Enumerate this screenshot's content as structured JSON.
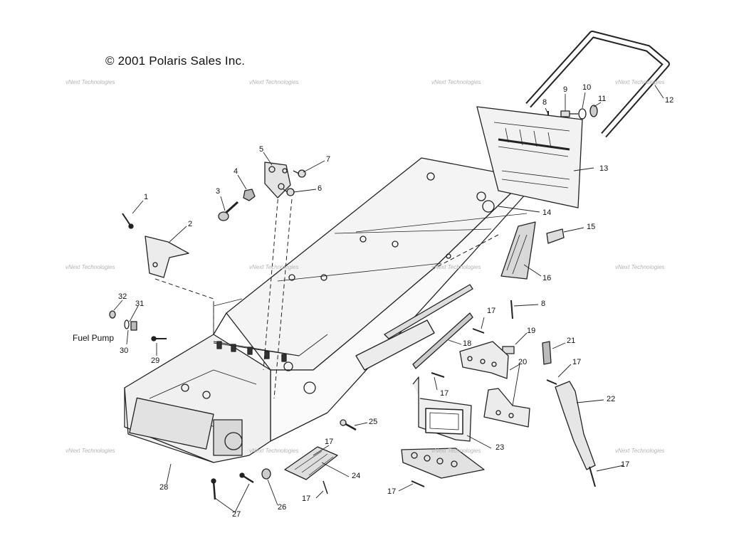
{
  "copyright": "© 2001 Polaris Sales Inc.",
  "watermark": "vNext Technologies",
  "fuel_pump_label": "Fuel Pump",
  "callouts": [
    "1",
    "2",
    "3",
    "4",
    "5",
    "6",
    "7",
    "8",
    "9",
    "10",
    "11",
    "12",
    "13",
    "14",
    "15",
    "16",
    "8",
    "17",
    "18",
    "19",
    "20",
    "21",
    "17",
    "22",
    "17",
    "23",
    "24",
    "17",
    "25",
    "17",
    "17",
    "26",
    "27",
    "28",
    "29",
    "30",
    "31",
    "32",
    "17"
  ],
  "colors": {
    "line": "#222222",
    "watermark": "#b4b4b4",
    "background": "#ffffff"
  }
}
